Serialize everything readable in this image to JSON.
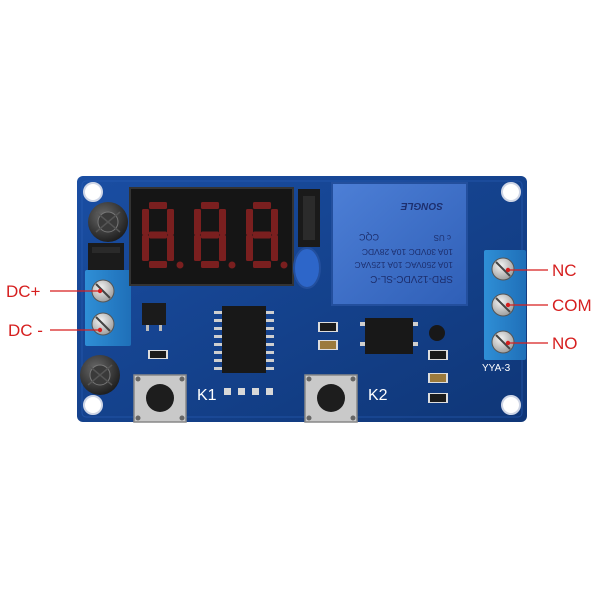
{
  "callouts": {
    "dc_plus": "DC+",
    "dc_minus": "DC -",
    "nc": "NC",
    "com": "COM",
    "no": "NO"
  },
  "board": {
    "button_k1": "K1",
    "button_k2": "K2",
    "terminal_model": "YYA-3",
    "pcb_color": "#123f8c",
    "callout_color": "#d61f1f"
  },
  "display": {
    "digits": [
      "8",
      "8",
      "8"
    ]
  },
  "relay": {
    "model": "SRD-12VDC-SL-C",
    "rating_1": "10A 250VAC 10A 125VAC",
    "rating_2": "10A 30VDC 10A 28VDC",
    "brand": "SONGLE",
    "cert": "CQC",
    "ul": "c US"
  }
}
